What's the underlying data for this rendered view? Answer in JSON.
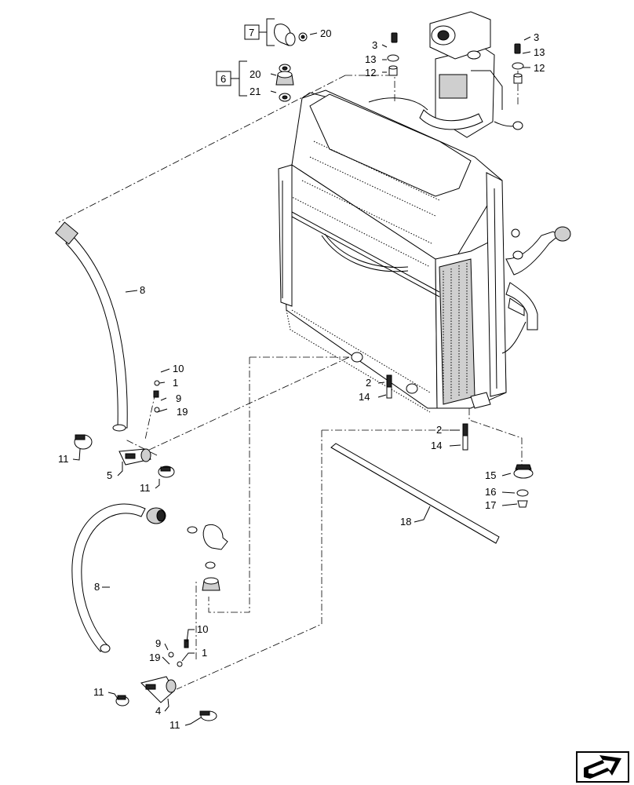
{
  "callouts": {
    "c1": "1",
    "c2": "2",
    "c3": "3",
    "c4": "4",
    "c5": "5",
    "c6": "6",
    "c7": "7",
    "c8": "8",
    "c9": "9",
    "c10": "10",
    "c11": "11",
    "c12": "12",
    "c13": "13",
    "c14": "14",
    "c15": "15",
    "c16": "16",
    "c17": "17",
    "c18": "18",
    "c19": "19",
    "c20": "20",
    "c21": "21"
  },
  "nav_icon": "next-page-arrow-icon"
}
